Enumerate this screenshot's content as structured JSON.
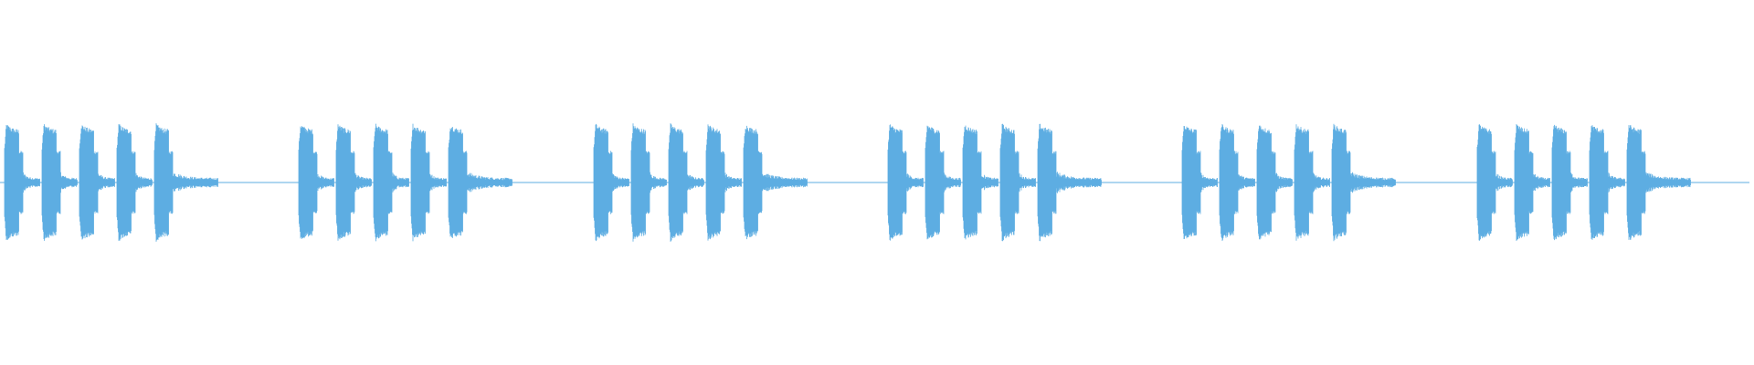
{
  "waveform": {
    "color": "#5dade2",
    "baseline_color": "#5dade2",
    "background": "#ffffff",
    "group_count": 6,
    "bursts_per_group": 5,
    "peak_amplitude": 0.62,
    "burst_plateau_amplitude": 0.55,
    "tail_amplitude": 0.02
  }
}
